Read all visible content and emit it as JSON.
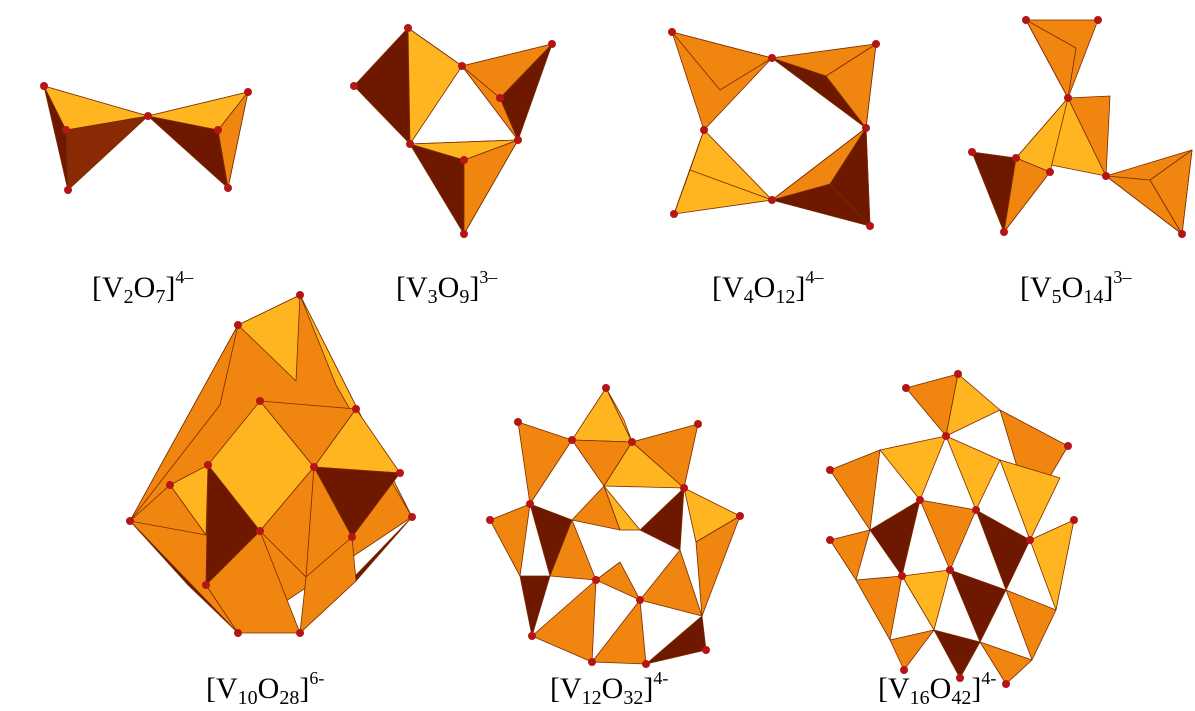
{
  "colors": {
    "light": "#FFB51F",
    "mid": "#F0860F",
    "dark": "#6E1800",
    "vertex": "#B51515"
  },
  "structures": [
    {
      "id": "v2o7",
      "label": {
        "pre": "[V",
        "n1": "2",
        "mid": "O",
        "n2": "7",
        "charge": "4–"
      }
    },
    {
      "id": "v3o9",
      "label": {
        "pre": "[V",
        "n1": "3",
        "mid": "O",
        "n2": "9",
        "charge": "3–"
      }
    },
    {
      "id": "v4o12",
      "label": {
        "pre": "[V",
        "n1": "4",
        "mid": "O",
        "n2": "12",
        "charge": "4–"
      }
    },
    {
      "id": "v5o14",
      "label": {
        "pre": "[V",
        "n1": "5",
        "mid": "O",
        "n2": "14",
        "charge": "3–"
      }
    },
    {
      "id": "v10o28",
      "label": {
        "pre": "[V",
        "n1": "10",
        "mid": "O",
        "n2": "28",
        "charge": "6-"
      }
    },
    {
      "id": "v12o32",
      "label": {
        "pre": "[V",
        "n1": "12",
        "mid": "O",
        "n2": "32",
        "charge": "4-"
      }
    },
    {
      "id": "v16o42",
      "label": {
        "pre": "[V",
        "n1": "16",
        "mid": "O",
        "n2": "42",
        "charge": "4-"
      }
    }
  ]
}
